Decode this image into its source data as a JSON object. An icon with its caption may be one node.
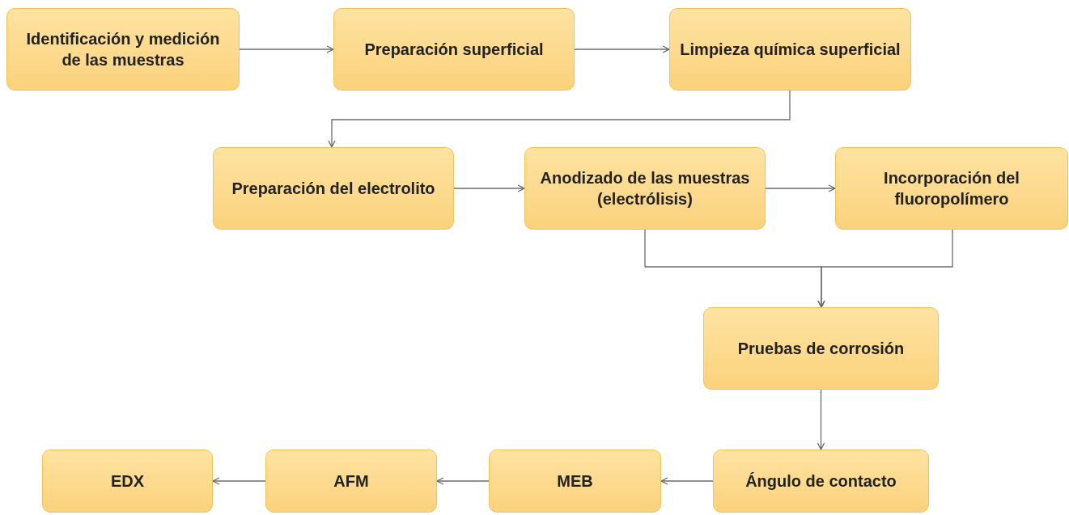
{
  "diagram": {
    "nodes": [
      {
        "text": [
          "Identificación y medición de las muestras"
        ]
      },
      {
        "text": [
          "Preparación superficial"
        ]
      },
      {
        "text": [
          "Limpieza química superficial"
        ]
      },
      {
        "text": [
          "Preparación del electrolito"
        ]
      },
      {
        "text": [
          "Anodizado de las muestras (electrólisis)"
        ]
      },
      {
        "text": [
          "Incorporación del fluoropolímero"
        ]
      },
      {
        "text": [
          "Pruebas de corrosión"
        ]
      },
      {
        "text": [
          "Ángulo de contacto"
        ]
      },
      {
        "text": [
          "MEB"
        ]
      },
      {
        "text": [
          "AFM"
        ]
      },
      {
        "text": [
          "EDX"
        ]
      }
    ],
    "edges": [
      {
        "from": 0,
        "to": 1,
        "arrow": "to"
      },
      {
        "from": 1,
        "to": 2,
        "arrow": "to"
      },
      {
        "from": 2,
        "to": 3,
        "arrow": "to"
      },
      {
        "from": 3,
        "to": 4,
        "arrow": "to"
      },
      {
        "from": 4,
        "to": 5,
        "arrow": "to"
      },
      {
        "from": 4,
        "to": 6,
        "arrow": "to"
      },
      {
        "from": 5,
        "to": 6,
        "arrow": "to"
      },
      {
        "from": 6,
        "to": 7,
        "arrow": "to"
      },
      {
        "from": 7,
        "to": 8,
        "arrow": "to"
      },
      {
        "from": 8,
        "to": 9,
        "arrow": "to"
      },
      {
        "from": 9,
        "to": 10,
        "arrow": "to"
      }
    ]
  }
}
